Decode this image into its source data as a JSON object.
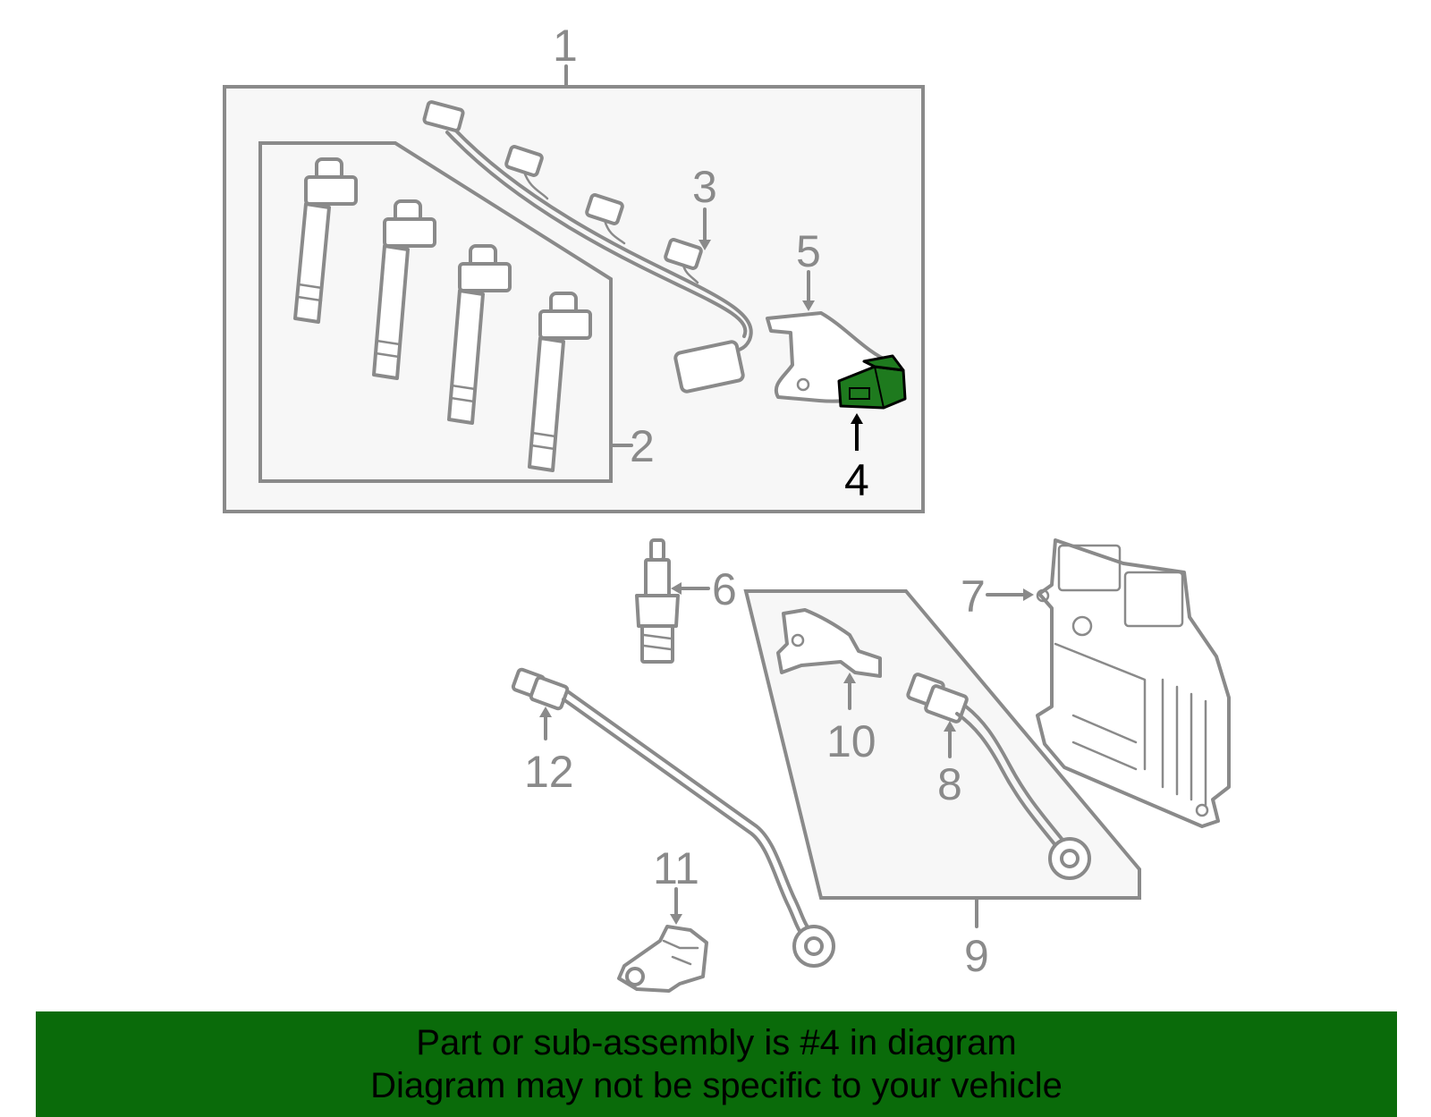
{
  "diagram": {
    "callouts": [
      {
        "id": "1",
        "label": "1"
      },
      {
        "id": "2",
        "label": "2"
      },
      {
        "id": "3",
        "label": "3"
      },
      {
        "id": "4",
        "label": "4",
        "highlighted": true
      },
      {
        "id": "5",
        "label": "5"
      },
      {
        "id": "6",
        "label": "6"
      },
      {
        "id": "7",
        "label": "7"
      },
      {
        "id": "8",
        "label": "8"
      },
      {
        "id": "9",
        "label": "9"
      },
      {
        "id": "10",
        "label": "10"
      },
      {
        "id": "11",
        "label": "11"
      },
      {
        "id": "12",
        "label": "12"
      }
    ],
    "colors": {
      "line": "#8a8a8a",
      "highlight_part": "#1e7a1e",
      "banner_bg": "#0a6b0a",
      "box_fill": "#f7f7f7"
    }
  },
  "banner": {
    "line1": "Part or sub-assembly is #4 in diagram",
    "line2": "Diagram may not be specific to your vehicle"
  }
}
